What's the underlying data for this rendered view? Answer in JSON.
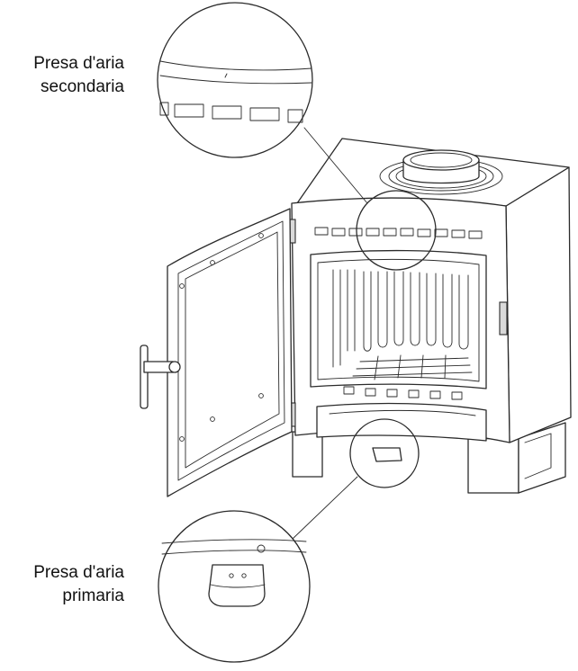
{
  "labels": {
    "secondary": {
      "line1": "Presa d'aria",
      "line2": "secondaria"
    },
    "primary": {
      "line1": "Presa d'aria",
      "line2": "primaria"
    }
  }
}
